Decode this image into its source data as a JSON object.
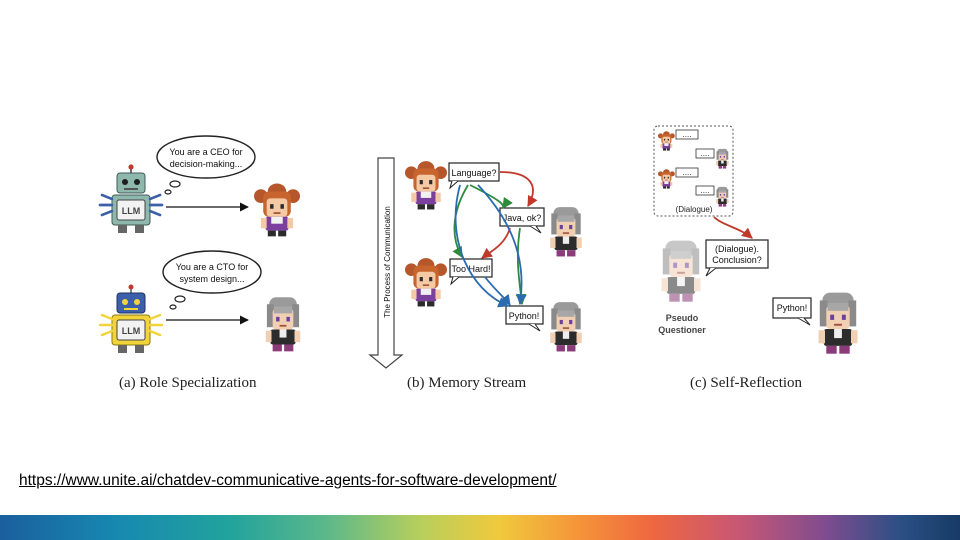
{
  "panel_a": {
    "bubble_ceo": [
      "You are a CEO for",
      "decision-making..."
    ],
    "bubble_cto": [
      "You are a CTO for",
      "system design..."
    ],
    "llm_label": "LLM",
    "caption": "(a) Role Specialization"
  },
  "panel_b": {
    "axis_label": "The Process of Communication",
    "bubbles": {
      "language": "Language?",
      "java": "Java, ok?",
      "too_hard": "Too Hard!",
      "python": "Python!"
    },
    "caption": "(b) Memory Stream"
  },
  "panel_c": {
    "dialogue_box_label": "(Dialogue)",
    "mini_bubble": "....",
    "question_bubble": [
      "(Dialogue).",
      "Conclusion?"
    ],
    "answer_bubble": "Python!",
    "questioner_label": [
      "Pseudo",
      "Questioner"
    ],
    "caption": "(c) Self-Reflection"
  },
  "source_url": "https://www.unite.ai/chatdev-communicative-agents-for-software-development/",
  "colors": {
    "arrow_red": "#c0392b",
    "arrow_green": "#2e8b3a",
    "arrow_blue": "#2b6cb0",
    "robot_teal": "#8fb8ad",
    "robot_blue": "#3b5fa8",
    "robot_yellow": "#f2d43a"
  }
}
